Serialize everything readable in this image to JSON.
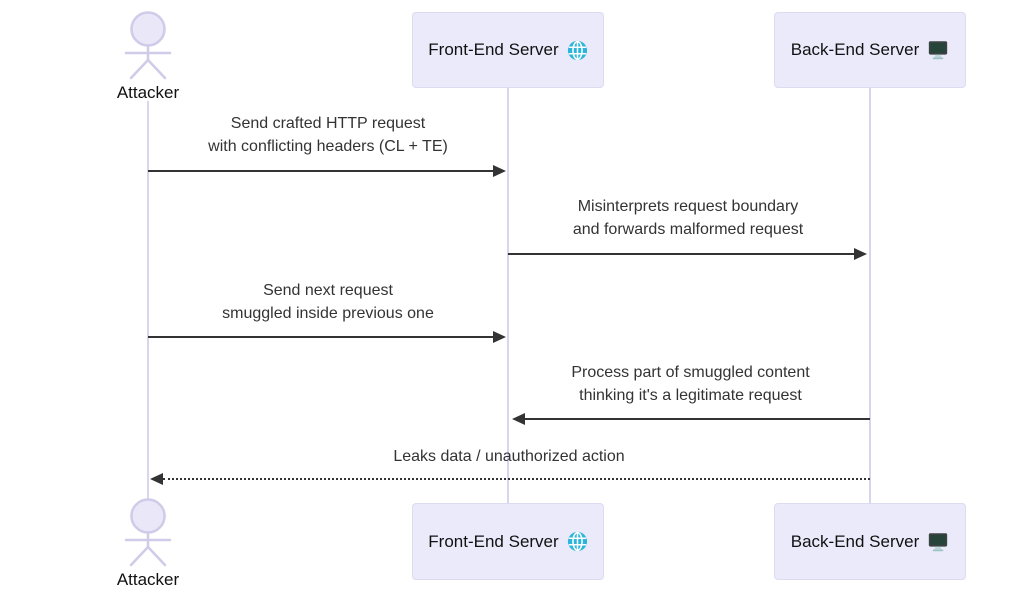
{
  "diagram": {
    "type": "sequence",
    "topic": "HTTP request smuggling attack flow",
    "colors": {
      "background": "#ffffff",
      "actor_fill": "#e9e7f8",
      "actor_stroke": "#cfcbe8",
      "box_fill": "#eaeafb",
      "box_border": "#dcdcf0",
      "lifeline": "#d8d6ec",
      "arrow": "#333333",
      "text": "#333333",
      "globe_icon": "#2cb5da",
      "monitor_screen": "#3b4242",
      "monitor_stand": "#bcd8da"
    },
    "actors": [
      {
        "id": "attacker",
        "label": "Attacker",
        "kind": "actor",
        "icon": "stick-figure-icon"
      },
      {
        "id": "frontend",
        "label": "Front-End Server",
        "kind": "participant",
        "icon": "globe-icon"
      },
      {
        "id": "backend",
        "label": "Back-End Server",
        "kind": "participant",
        "icon": "monitor-icon"
      }
    ],
    "messages": [
      {
        "from": "attacker",
        "to": "frontend",
        "style": "solid",
        "direction": "right",
        "lines": [
          "Send crafted HTTP request",
          "with conflicting headers (CL + TE)"
        ]
      },
      {
        "from": "frontend",
        "to": "backend",
        "style": "solid",
        "direction": "right",
        "lines": [
          "Misinterprets request boundary",
          "and forwards malformed request"
        ]
      },
      {
        "from": "attacker",
        "to": "frontend",
        "style": "solid",
        "direction": "right",
        "lines": [
          "Send next request",
          "smuggled inside previous one"
        ]
      },
      {
        "from": "backend",
        "to": "frontend",
        "style": "solid",
        "direction": "left",
        "lines": [
          "Process part of smuggled content",
          "thinking it's a legitimate request"
        ]
      },
      {
        "from": "backend",
        "to": "attacker",
        "style": "dotted",
        "direction": "left",
        "lines": [
          "Leaks data / unauthorized action"
        ]
      }
    ]
  }
}
